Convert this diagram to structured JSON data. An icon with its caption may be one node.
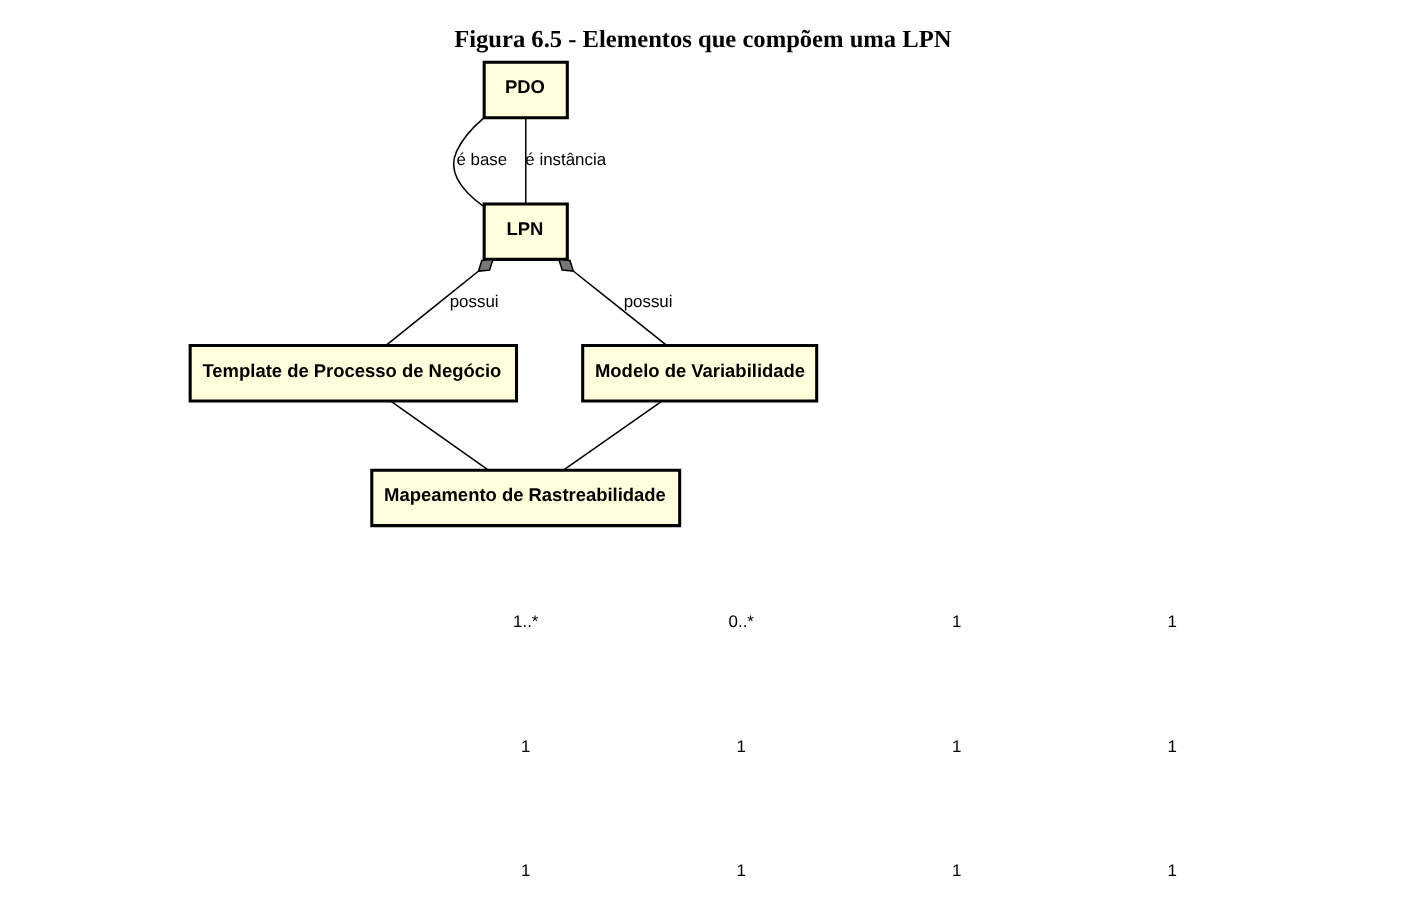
{
  "diagram": {
    "title": "Figura 6.5 - Elementos que compõem uma LPN",
    "nodes": [
      {
        "text": [
          "PDO"
        ]
      },
      {
        "text": [
          "LPN"
        ]
      },
      {
        "text": [
          "Template de Processo de Negócio"
        ]
      },
      {
        "text": [
          "Modelo de Variabilidade"
        ]
      },
      {
        "text": [
          "Mapeamento de Rastreabilidade"
        ]
      }
    ],
    "edges": [
      {
        "from": 0,
        "to": 1,
        "arrow": "none",
        "label": "é base"
      },
      {
        "from": 0,
        "to": 1,
        "arrow": "none",
        "label": "é instância"
      },
      {
        "from": 1,
        "to": 2,
        "arrow": "other",
        "label": "possui"
      },
      {
        "from": 1,
        "to": 3,
        "arrow": "other",
        "label": "possui"
      },
      {
        "from": 2,
        "to": 4,
        "arrow": "none"
      },
      {
        "from": 3,
        "to": 4,
        "arrow": "none"
      }
    ],
    "labels": [
      "1..*",
      "0..*",
      "1",
      "1",
      "1",
      "1",
      "1",
      "1",
      "1",
      "1",
      "1",
      "1"
    ]
  }
}
